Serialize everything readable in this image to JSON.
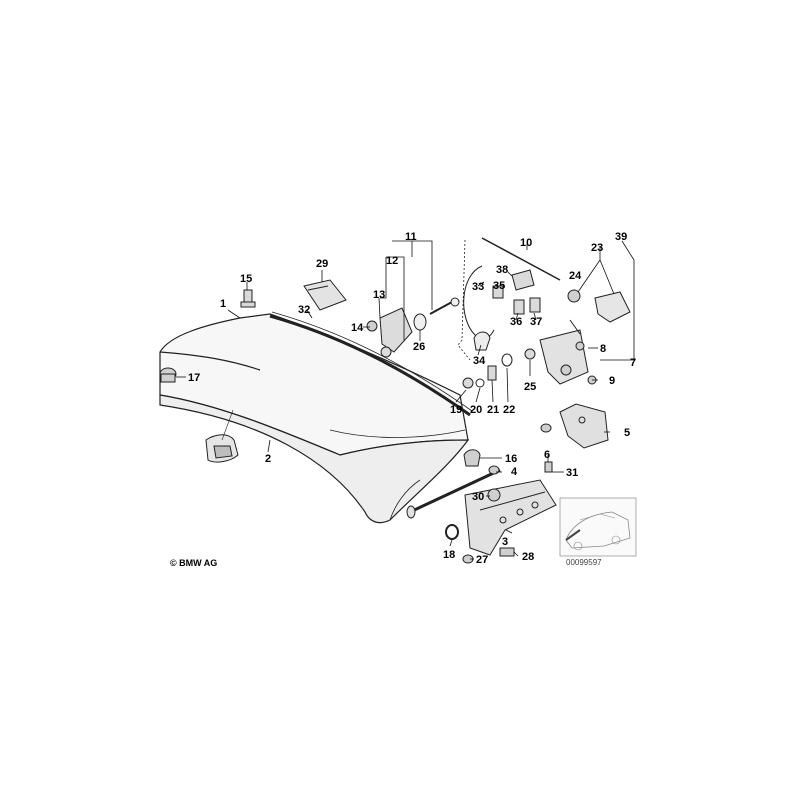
{
  "diagram": {
    "copyright": "© BMW AG",
    "image_number": "00099597",
    "part_labels": [
      "1",
      "2",
      "3",
      "4",
      "5",
      "6",
      "7",
      "8",
      "9",
      "10",
      "11",
      "12",
      "13",
      "14",
      "15",
      "16",
      "17",
      "18",
      "19",
      "20",
      "21",
      "22",
      "23",
      "24",
      "25",
      "26",
      "27",
      "28",
      "29",
      "30",
      "31",
      "32",
      "33",
      "34",
      "35",
      "36",
      "37",
      "38",
      "39"
    ]
  },
  "colors": {
    "line": "#222222",
    "panel_fill": "#f4f4f4",
    "shade": "#cfcfcf",
    "inset_border": "#999999"
  }
}
